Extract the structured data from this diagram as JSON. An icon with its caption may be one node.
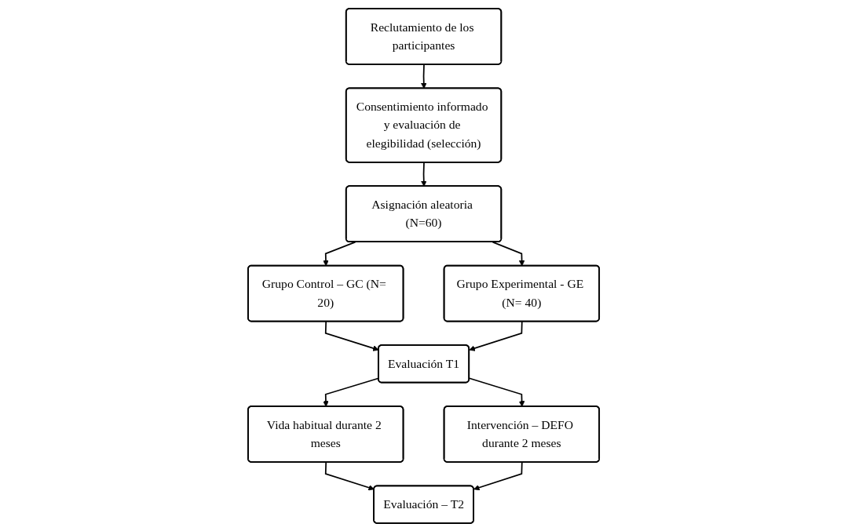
{
  "diagram": {
    "nodes": [
      {
        "text": [
          "Reclutamiento de los participantes"
        ]
      },
      {
        "text": [
          "Consentimiento informado y evaluación de elegibilidad (selección)"
        ]
      },
      {
        "text": [
          "Asignación aleatoria (N=60)"
        ]
      },
      {
        "text": [
          "Grupo Control – GC (N= 20)"
        ]
      },
      {
        "text": [
          "Grupo Experimental - GE (N= 40)"
        ]
      },
      {
        "text": [
          "Evaluación T1"
        ]
      },
      {
        "text": [
          "Vida habitual durante 2 meses"
        ]
      },
      {
        "text": [
          "Intervención – DEFO durante 2 meses"
        ]
      },
      {
        "text": [
          "Evaluación – T2"
        ]
      }
    ],
    "edges": [
      {
        "from": 0,
        "to": 1,
        "arrow": "to"
      },
      {
        "from": 1,
        "to": 2,
        "arrow": "to"
      },
      {
        "from": 2,
        "to": 3,
        "arrow": "to"
      },
      {
        "from": 2,
        "to": 4,
        "arrow": "to"
      },
      {
        "from": 3,
        "to": 5,
        "arrow": "to"
      },
      {
        "from": 4,
        "to": 5,
        "arrow": "to"
      },
      {
        "from": 5,
        "to": 6,
        "arrow": "to"
      },
      {
        "from": 5,
        "to": 7,
        "arrow": "to"
      },
      {
        "from": 6,
        "to": 8,
        "arrow": "to"
      },
      {
        "from": 7,
        "to": 8,
        "arrow": "to"
      }
    ]
  }
}
